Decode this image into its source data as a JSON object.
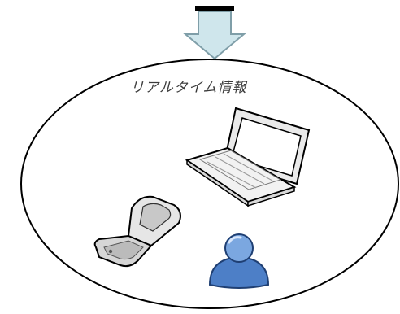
{
  "diagram": {
    "label": "リアルタイム情報",
    "items": [
      {
        "name": "down-arrow",
        "icon": "down-arrow-icon"
      },
      {
        "name": "laptop",
        "icon": "laptop-icon"
      },
      {
        "name": "mobile-phone",
        "icon": "flip-phone-icon"
      },
      {
        "name": "user",
        "icon": "user-icon"
      }
    ],
    "colors": {
      "arrow_fill": "#cfe6ec",
      "arrow_stroke": "#7f9ea8",
      "outline": "#000000",
      "laptop_body": "#f2f2f2",
      "screen": "#ffffff",
      "user_fill": "#4d7fc7"
    }
  }
}
